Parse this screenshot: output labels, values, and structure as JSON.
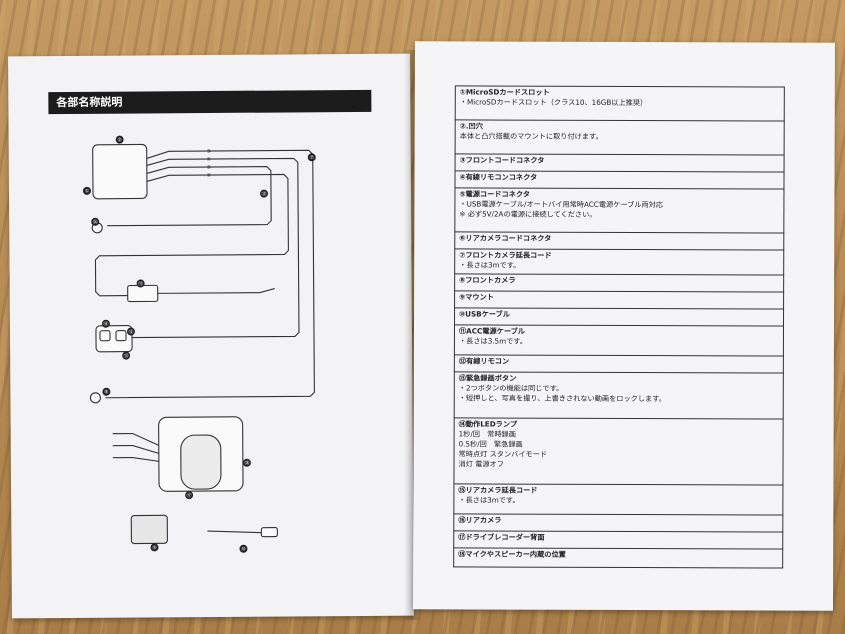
{
  "left_page": {
    "section_title": "各部名称説明",
    "callouts": [
      "①",
      "②",
      "③",
      "④",
      "⑤",
      "⑥",
      "⑦",
      "⑧",
      "⑨",
      "⑩",
      "⑪",
      "⑫",
      "⑬",
      "⑭",
      "⑮",
      "⑯",
      "⑰",
      "⑱"
    ]
  },
  "parts": [
    {
      "title": "①MicroSDカードスロット",
      "lines": [
        "・MicroSDカードスロット（クラス10、16GB以上推奨）"
      ],
      "h": 34
    },
    {
      "title": "②.凹穴",
      "lines": [
        "本体と凸穴搭載のマウントに取り付けます。"
      ],
      "h": 34
    },
    {
      "title": "③フロントコードコネクタ",
      "lines": [],
      "h": 17
    },
    {
      "title": "④有線リモコンコネクタ",
      "lines": [],
      "h": 17
    },
    {
      "title": "⑤電源コードコネクタ",
      "lines": [
        "・USB電源ケーブル/オートバイ用常時ACC電源ケーブル両対応",
        "※ 必ず5V/2Aの電源に接続してください。"
      ],
      "h": 44
    },
    {
      "title": "⑥リアカメラコードコネクタ",
      "lines": [],
      "h": 17
    },
    {
      "title": "⑦フロントカメラ延長コード",
      "lines": [
        "・長さは3mです。"
      ],
      "h": 25
    },
    {
      "title": "⑧フロントカメラ",
      "lines": [],
      "h": 17
    },
    {
      "title": "⑨マウント",
      "lines": [],
      "h": 17
    },
    {
      "title": "⑩USBケーブル",
      "lines": [],
      "h": 17
    },
    {
      "title": "⑪ACC電源ケーブル",
      "lines": [
        "・長さは3.5mです。"
      ],
      "h": 30
    },
    {
      "title": "⑫有線リモコン",
      "lines": [],
      "h": 17
    },
    {
      "title": "⑬緊急録画ボタン",
      "lines": [
        "・2つボタンの機能は同じです。",
        "・短押しと、写真を撮り、上書きされない動画をロックします。"
      ],
      "h": 46
    },
    {
      "title": "⑭動作LEDランプ",
      "lines": [
        "1秒/回　常時録画",
        "0.5秒/回　緊急録画",
        "常時点灯 スタンバイモード",
        "消灯 電源オフ"
      ],
      "h": 66
    },
    {
      "title": "⑮リアカメラ延長コード",
      "lines": [
        "・長さは3mです。"
      ],
      "h": 30
    },
    {
      "title": "⑯リアカメラ",
      "lines": [],
      "h": 17
    },
    {
      "title": "⑰ドライブレコーダー背面",
      "lines": [],
      "h": 17
    },
    {
      "title": "⑱マイクやスピーカー内蔵の位置",
      "lines": [],
      "h": 19
    }
  ]
}
